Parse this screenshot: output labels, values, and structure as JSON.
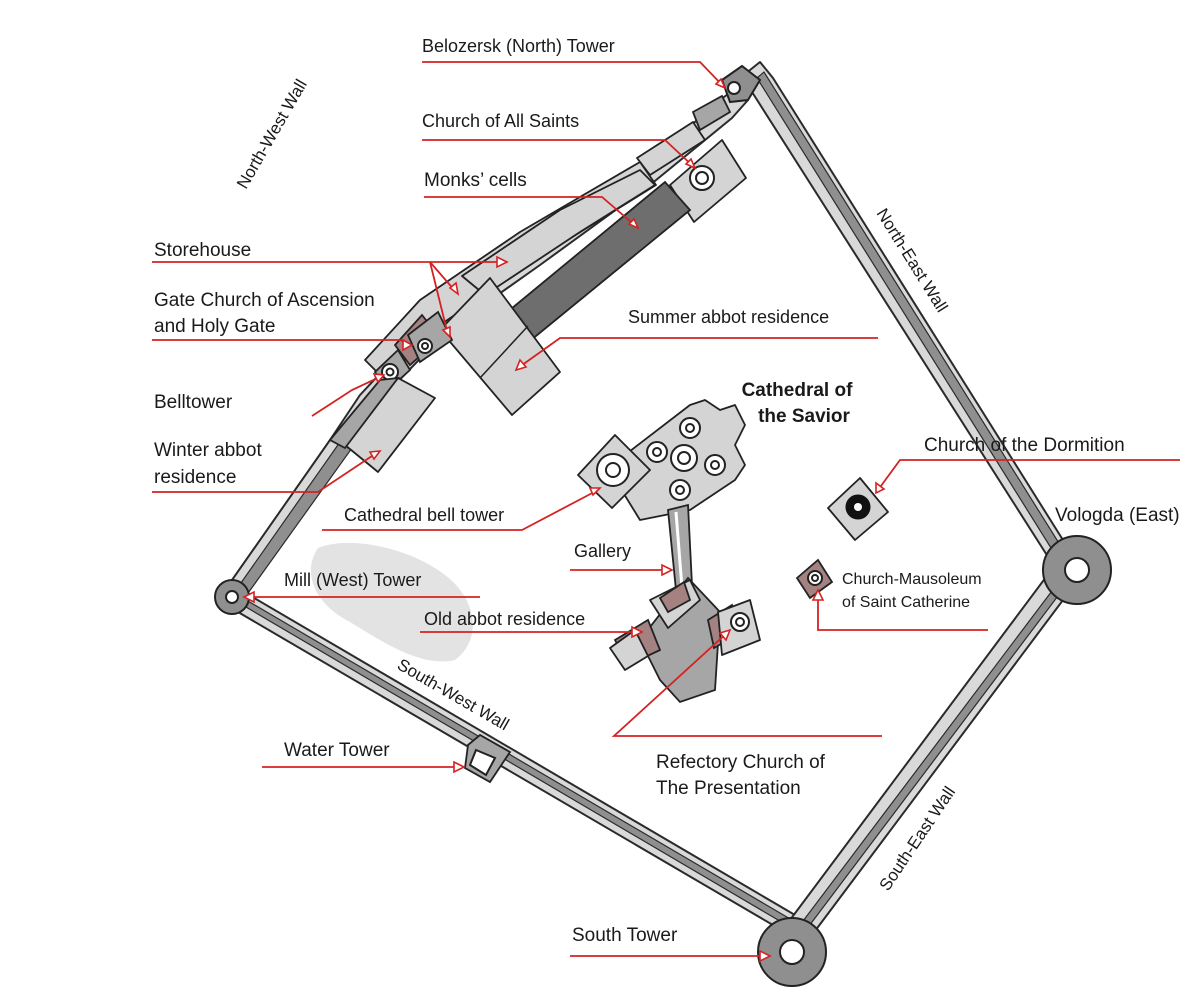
{
  "labels": {
    "belozersk_tower": "Belozersk (North) Tower",
    "church_all_saints": "Church of All Saints",
    "monks_cells": "Monks’ cells",
    "storehouse": "Storehouse",
    "gate_church_line1": "Gate Church of Ascension",
    "gate_church_line2": "and Holy Gate",
    "summer_abbot": "Summer abbot residence",
    "belltower": "Belltower",
    "winter_abbot_line1": "Winter abbot",
    "winter_abbot_line2": "residence",
    "cathedral_line1": "Cathedral of",
    "cathedral_line2": "the Savior",
    "church_dormition": "Church of the Dormition",
    "vologda_tower": "Vologda (East)",
    "cathedral_bell_tower": "Cathedral bell tower",
    "gallery": "Gallery",
    "mill_tower": "Mill (West) Tower",
    "mausoleum_line1": "Church-Mausoleum",
    "mausoleum_line2": "of Saint Catherine",
    "old_abbot": "Old abbot residence",
    "water_tower": "Water Tower",
    "refectory_line1": "Refectory Church of",
    "refectory_line2": "The Presentation",
    "south_tower": "South Tower"
  },
  "walls": {
    "north_west": "North-West Wall",
    "north_east": "North-East Wall",
    "south_west": "South-West Wall",
    "south_east": "South-East Wall"
  },
  "colors": {
    "leader": "#d42222",
    "wall": "#8f8f8f",
    "building": "#d4d4d4",
    "building_dark": "#6e6e6e",
    "building_brown": "#a58282",
    "shadow": "#e3e3e3"
  }
}
